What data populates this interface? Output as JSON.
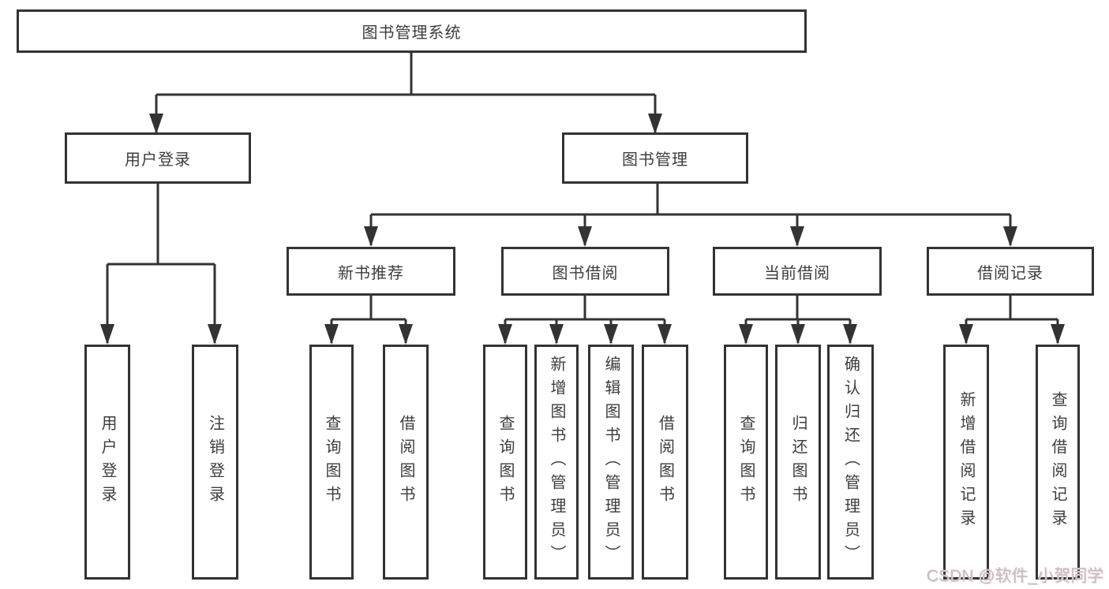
{
  "diagram": {
    "root": {
      "label": "图书管理系统",
      "children": [
        {
          "label": "用户登录",
          "children": [
            {
              "label": "用户登录"
            },
            {
              "label": "注销登录"
            }
          ]
        },
        {
          "label": "图书管理",
          "children": [
            {
              "label": "新书推荐",
              "children": [
                {
                  "label": "查询图书"
                },
                {
                  "label": "借阅图书"
                }
              ]
            },
            {
              "label": "图书借阅",
              "children": [
                {
                  "label": "查询图书"
                },
                {
                  "label": "新增图书（管理员）"
                },
                {
                  "label": "编辑图书（管理员）"
                },
                {
                  "label": "借阅图书"
                }
              ]
            },
            {
              "label": "当前借阅",
              "children": [
                {
                  "label": "查询图书"
                },
                {
                  "label": "归还图书"
                },
                {
                  "label": "确认归还（管理员）"
                }
              ]
            },
            {
              "label": "借阅记录",
              "children": [
                {
                  "label": "新增借阅记录"
                },
                {
                  "label": "查询借阅记录"
                }
              ]
            }
          ]
        }
      ]
    }
  },
  "watermark": {
    "text": "CSDN @软件_小贺同学"
  },
  "colors": {
    "line": "#333333",
    "text": "#3d3d3d",
    "box_background": "#ffffff",
    "watermark": "#c9bcc1"
  }
}
